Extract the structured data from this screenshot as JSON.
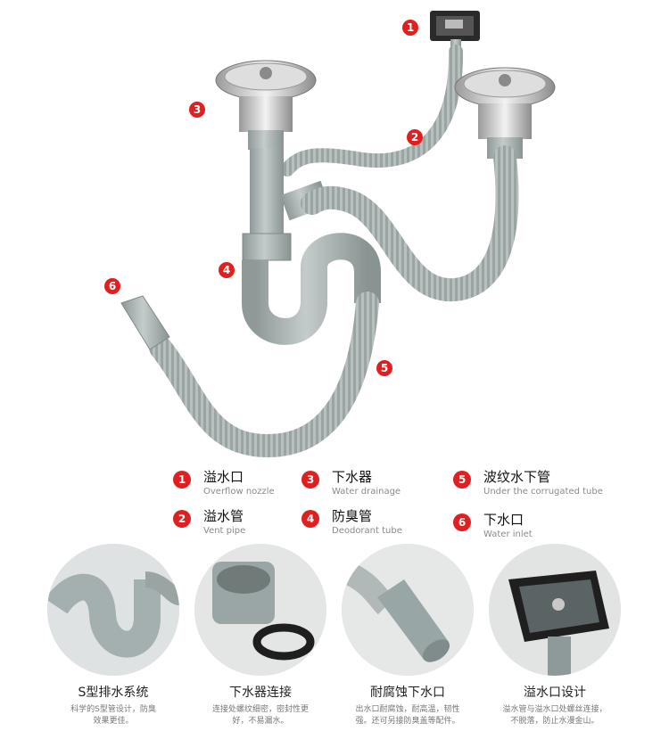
{
  "callouts": [
    "1",
    "2",
    "3",
    "4",
    "5",
    "6"
  ],
  "legend": [
    {
      "num": "1",
      "zh": "溢水口",
      "en": "Overflow nozzle"
    },
    {
      "num": "2",
      "zh": "溢水管",
      "en": "Vent pipe"
    },
    {
      "num": "3",
      "zh": "下水器",
      "en": "Water drainage"
    },
    {
      "num": "4",
      "zh": "防臭管",
      "en": "Deodorant tube"
    },
    {
      "num": "5",
      "zh": "波纹水下管",
      "en": "Under the corrugated tube"
    },
    {
      "num": "6",
      "zh": "下水口",
      "en": "Water inlet"
    }
  ],
  "features": [
    {
      "title": "S型排水系统",
      "desc_1": "科学的S型管设计，防臭",
      "desc_2": "效果更佳。"
    },
    {
      "title": "下水器连接",
      "desc_1": "连接处螺纹细密，密封性更",
      "desc_2": "好，不易漏水。"
    },
    {
      "title": "耐腐蚀下水口",
      "desc_1": "出水口耐腐蚀，耐高温，韧性",
      "desc_2": "强。还可另接防臭盖等配件。"
    },
    {
      "title": "溢水口设计",
      "desc_1": "溢水管与溢水口处螺丝连接，",
      "desc_2": "不脱落，防止水漫金山。"
    }
  ],
  "colors": {
    "callout": "#e02020",
    "pipe": "#a9b3b2",
    "chrome": "#c8c8c8"
  }
}
